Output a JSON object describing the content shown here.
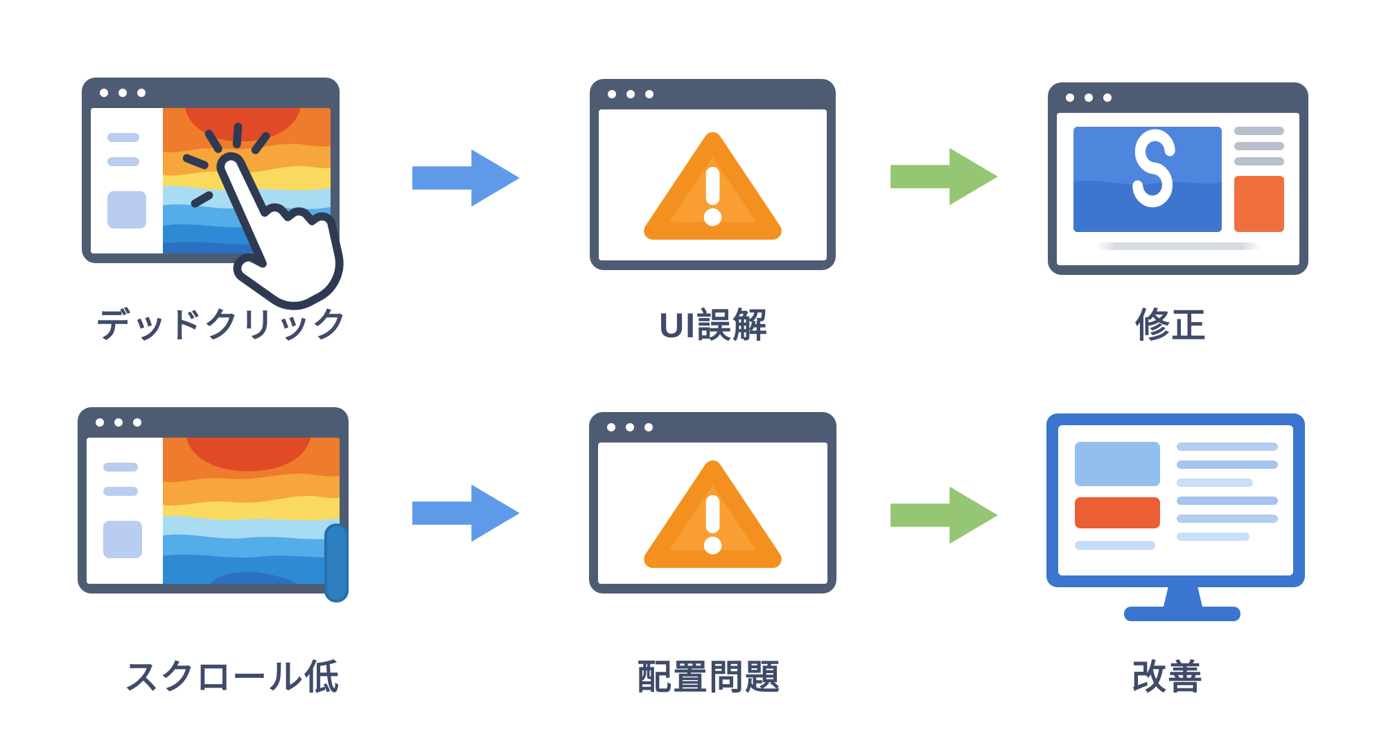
{
  "diagram": {
    "title": "heatmap-analysis-flow",
    "rows": [
      {
        "steps": [
          {
            "id": "dead-click",
            "label": "デッドクリック",
            "icon": "heatmap-click-window-icon"
          },
          {
            "id": "ui-misunderstanding",
            "label": "UI誤解",
            "icon": "warning-window-icon"
          },
          {
            "id": "fix",
            "label": "修正",
            "icon": "fixed-layout-window-icon"
          }
        ],
        "arrows": [
          {
            "between": [
              "dead-click",
              "ui-misunderstanding"
            ],
            "color": "#5f9ae8"
          },
          {
            "between": [
              "ui-misunderstanding",
              "fix"
            ],
            "color": "#94c673"
          }
        ]
      },
      {
        "steps": [
          {
            "id": "low-scroll",
            "label": "スクロール低",
            "icon": "heatmap-scroll-window-icon"
          },
          {
            "id": "placement-issue",
            "label": "配置問題",
            "icon": "warning-window-icon"
          },
          {
            "id": "improvement",
            "label": "改善",
            "icon": "improved-monitor-icon"
          }
        ],
        "arrows": [
          {
            "between": [
              "low-scroll",
              "placement-issue"
            ],
            "color": "#5f9ae8"
          },
          {
            "between": [
              "placement-issue",
              "improvement"
            ],
            "color": "#94c673"
          }
        ]
      }
    ],
    "colors": {
      "label_text": "#3f4b68",
      "window_frame": "#4e5c73",
      "arrow_blue": "#5f9ae8",
      "arrow_green": "#94c673",
      "warning_fill": "#f89e33",
      "warning_border": "#f3901f",
      "heatmap_red": "#e04a26",
      "heatmap_orange": "#ee7c2c",
      "heatmap_yellow": "#f9da5f",
      "heatmap_blue": "#2f8ad6",
      "link_panel_blue": "#4e86dd",
      "accent_orange": "#f0703d",
      "monitor_blue": "#3a76cf",
      "scrollbar_blue": "#2d7fc0",
      "sidebar_placeholder_blue": "#b9cdf0"
    }
  }
}
